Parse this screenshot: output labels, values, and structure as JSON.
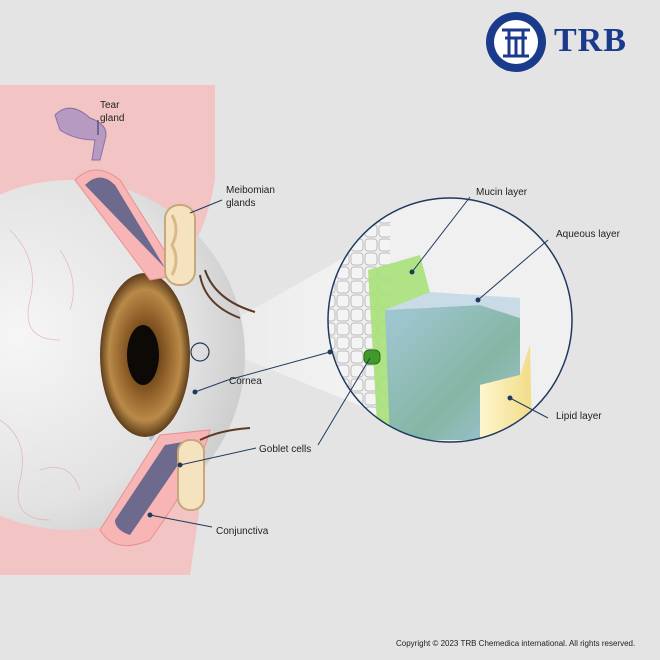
{
  "brand": {
    "name": "TRB",
    "color": "#1a3a8c"
  },
  "labels": {
    "tear_gland_1": "Tear",
    "tear_gland_2": "gland",
    "meibomian_1": "Meibomian",
    "meibomian_2": "glands",
    "mucin": "Mucin layer",
    "aqueous": "Aqueous layer",
    "lipid": "Lipid layer",
    "cornea": "Cornea",
    "goblet": "Goblet cells",
    "conjunctiva": "Conjunctiva"
  },
  "colors": {
    "background": "#e4e4e4",
    "eyelid": "#f2c2c2",
    "mucin": "#a8e07a",
    "aqueous": "#8fb8cc",
    "lipid": "#f5e6a0",
    "leader": "#1f3a5f"
  },
  "footer": {
    "copyright": "Copyright © 2023 TRB Chemedica international. All rights reserved."
  }
}
